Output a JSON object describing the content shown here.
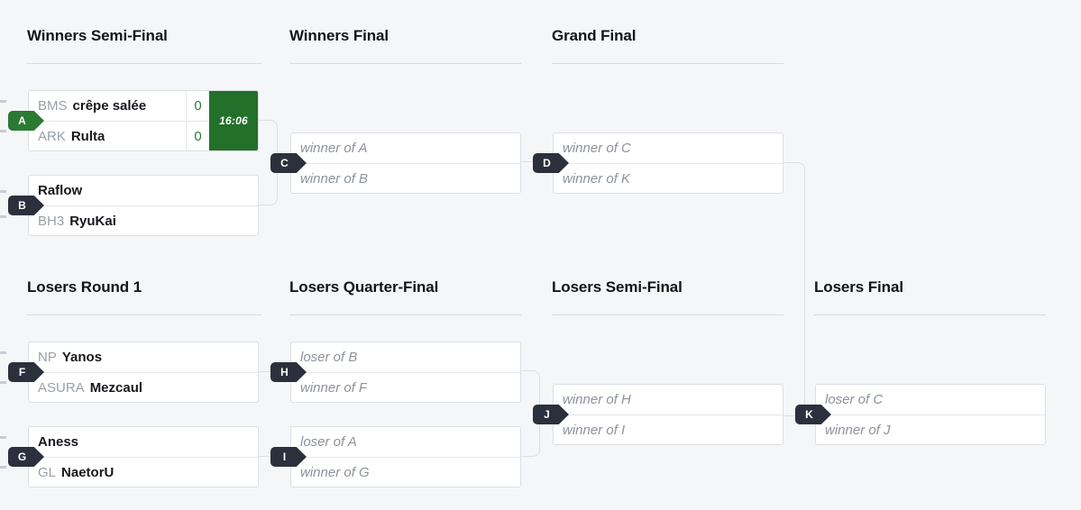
{
  "theme": {
    "background": "#f5f6f8",
    "box_border": "#dcdfe4",
    "live_green": "#22702a",
    "badge_dark": "#2b303c",
    "badge_green": "#2b7a33",
    "score_green": "#2c7a33",
    "placeholder_gray": "#8d929b",
    "tag_gray": "#9aa0a8"
  },
  "rounds": {
    "winners_semi": "Winners Semi-Final",
    "winners_final": "Winners Final",
    "grand_final": "Grand Final",
    "losers_round_1": "Losers Round 1",
    "losers_quarter": "Losers Quarter-Final",
    "losers_semi": "Losers Semi-Final",
    "losers_final": "Losers Final"
  },
  "matches": {
    "A": {
      "letter": "A",
      "badge_style": "green",
      "live": true,
      "timer": "16:06",
      "slots": [
        {
          "tag": "BMS",
          "name": "crêpe salée",
          "score": "0"
        },
        {
          "tag": "ARK",
          "name": "Rulta",
          "score": "0"
        }
      ]
    },
    "B": {
      "letter": "B",
      "badge_style": "dark",
      "live": false,
      "slots": [
        {
          "tag": "",
          "name": "Raflow"
        },
        {
          "tag": "BH3",
          "name": "RyuKai"
        }
      ]
    },
    "C": {
      "letter": "C",
      "badge_style": "dark",
      "live": false,
      "slots": [
        {
          "placeholder": "winner of A"
        },
        {
          "placeholder": "winner of B"
        }
      ]
    },
    "D": {
      "letter": "D",
      "badge_style": "dark",
      "live": false,
      "slots": [
        {
          "placeholder": "winner of C"
        },
        {
          "placeholder": "winner of K"
        }
      ]
    },
    "F": {
      "letter": "F",
      "badge_style": "dark",
      "live": false,
      "slots": [
        {
          "tag": "NP",
          "name": "Yanos"
        },
        {
          "tag": "ASURA",
          "name": "Mezcaul"
        }
      ]
    },
    "G": {
      "letter": "G",
      "badge_style": "dark",
      "live": false,
      "slots": [
        {
          "tag": "",
          "name": "Aness"
        },
        {
          "tag": "GL",
          "name": "NaetorU"
        }
      ]
    },
    "H": {
      "letter": "H",
      "badge_style": "dark",
      "live": false,
      "slots": [
        {
          "placeholder": "loser of B"
        },
        {
          "placeholder": "winner of F"
        }
      ]
    },
    "I": {
      "letter": "I",
      "badge_style": "dark",
      "live": false,
      "slots": [
        {
          "placeholder": "loser of A"
        },
        {
          "placeholder": "winner of G"
        }
      ]
    },
    "J": {
      "letter": "J",
      "badge_style": "dark",
      "live": false,
      "slots": [
        {
          "placeholder": "winner of H"
        },
        {
          "placeholder": "winner of I"
        }
      ]
    },
    "K": {
      "letter": "K",
      "badge_style": "dark",
      "live": false,
      "slots": [
        {
          "placeholder": "loser of C"
        },
        {
          "placeholder": "winner of J"
        }
      ]
    }
  }
}
